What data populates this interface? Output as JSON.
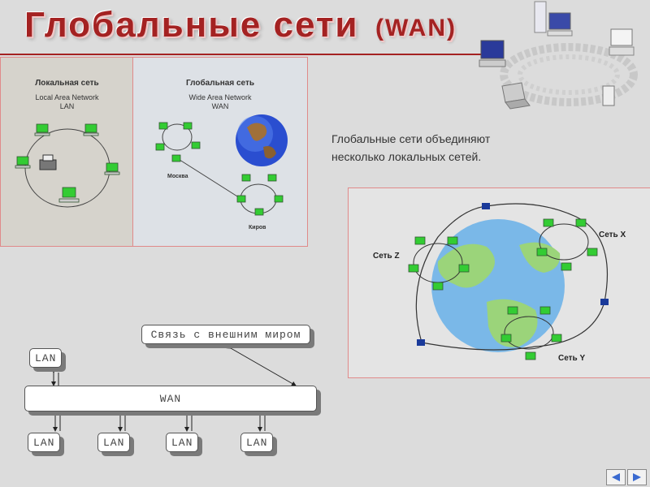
{
  "slide": {
    "title": "Глобальные сети",
    "title_abbr": "(WAN)"
  },
  "lan_panel": {
    "heading": "Локальная сеть",
    "subtitle_en": "Local Area Network",
    "abbr": "LAN"
  },
  "wan_panel": {
    "heading": "Глобальная сеть",
    "subtitle_en": "Wide Area Network",
    "abbr": "WAN",
    "city_1": "Москва",
    "city_2": "Киров"
  },
  "description": {
    "line1": "Глобальные сети объединяют",
    "line2": "несколько локальных сетей."
  },
  "world_panel": {
    "net_z": "Сеть Z",
    "net_x": "Сеть X",
    "net_y": "Сеть Y"
  },
  "diagram": {
    "external_box": "Связь с внешним миром",
    "wan_box": "WAN",
    "lan_label": "LAN"
  },
  "nav": {
    "prev_icon": "triangle-left-icon",
    "next_icon": "triangle-right-icon"
  },
  "colors": {
    "title": "#a42222",
    "computer_screen": "#33cc33",
    "link_node": "#1a3a9a",
    "earth_water": "#7ab8e8",
    "earth_land": "#9bd47a"
  }
}
